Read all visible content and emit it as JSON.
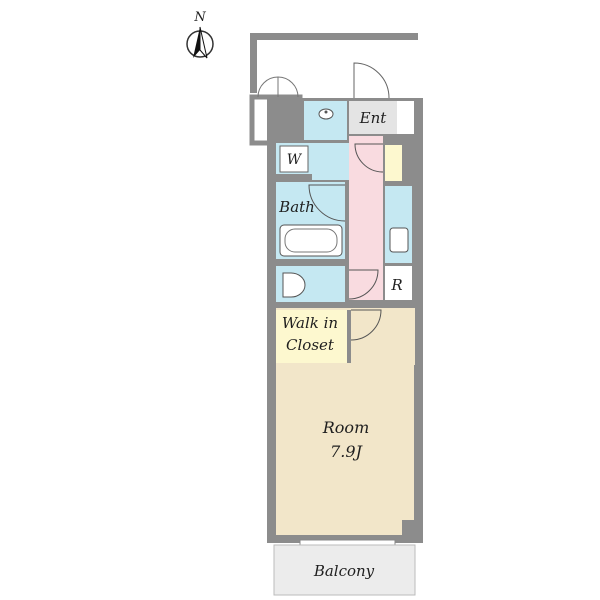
{
  "compass": {
    "label": "N"
  },
  "rooms": {
    "entrance": "Ent",
    "washer": "W",
    "bath": "Bath",
    "refrigerator": "R",
    "closet_line1": "Walk in",
    "closet_line2": "Closet",
    "room_name": "Room",
    "room_size": "7.9J",
    "balcony": "Balcony"
  },
  "colors": {
    "wall": "#8c8c8c",
    "room_floor": "#f2e6c9",
    "wet_area": "#c5e8f2",
    "hallway": "#f9dbe0",
    "closet": "#fdf8cf",
    "balcony": "#ececec",
    "entrance": "#e4e4e4"
  }
}
